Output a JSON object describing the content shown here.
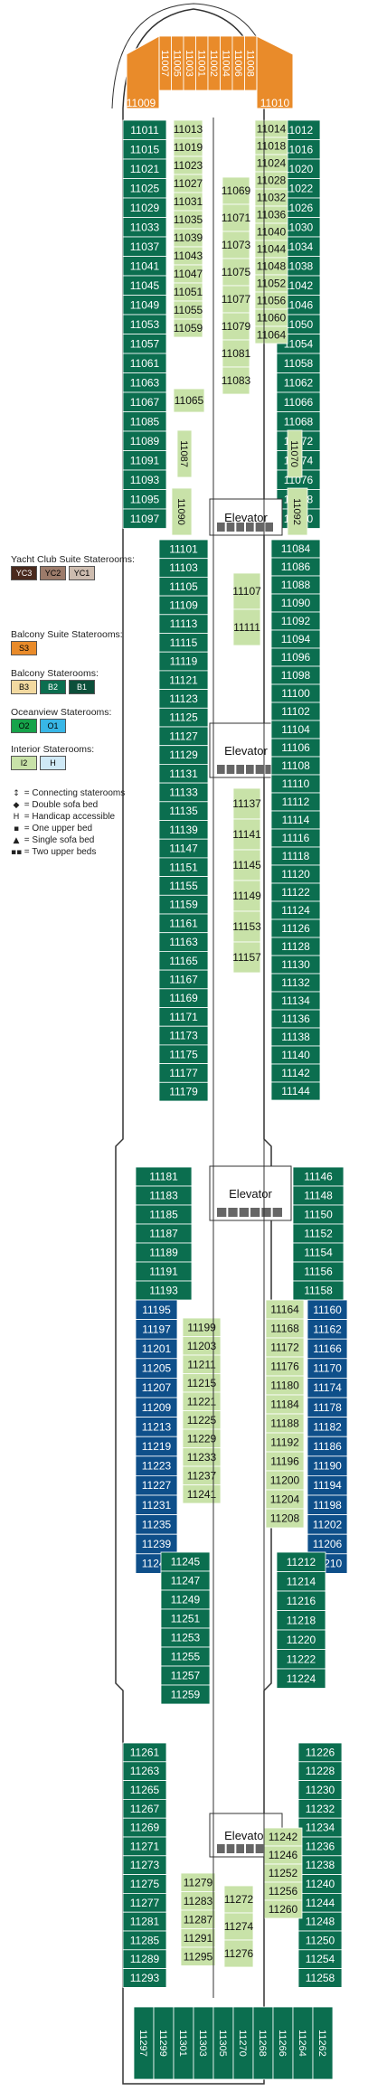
{
  "colors": {
    "green": "#0b6e4f",
    "blue": "#0e4f8a",
    "light": "#c8e2a8",
    "orange": "#e98b2a",
    "outline": "#333333"
  },
  "elevator_label": "Elevator",
  "legend": {
    "yacht_title": "Yacht Club Suite Staterooms:",
    "yacht_items": [
      {
        "label": "YC3",
        "color": "#4a2a1e",
        "text": "#ffffff"
      },
      {
        "label": "YC2",
        "color": "#9c7b6a",
        "text": "#000000"
      },
      {
        "label": "YC1",
        "color": "#cdbcaf",
        "text": "#000000"
      }
    ],
    "balcony_suite_title": "Balcony Suite Staterooms:",
    "balcony_suite_items": [
      {
        "label": "S3",
        "color": "#e98b2a",
        "text": "#000000"
      }
    ],
    "balcony_title": "Balcony Staterooms:",
    "balcony_items": [
      {
        "label": "B3",
        "color": "#f2d9a0",
        "text": "#000000"
      },
      {
        "label": "B2",
        "color": "#0b6e4f",
        "text": "#ffffff"
      },
      {
        "label": "B1",
        "color": "#0c4f3a",
        "text": "#ffffff"
      }
    ],
    "oceanview_title": "Oceanview Staterooms:",
    "oceanview_items": [
      {
        "label": "O2",
        "color": "#16a34a",
        "text": "#000000"
      },
      {
        "label": "O1",
        "color": "#38b6e6",
        "text": "#000000"
      }
    ],
    "interior_title": "Interior Staterooms:",
    "interior_items": [
      {
        "label": "I2",
        "color": "#c8e2a8",
        "text": "#000000"
      },
      {
        "label": "H",
        "color": "#cfe9f6",
        "text": "#000000"
      }
    ],
    "symbols": [
      {
        "glyph": "↕",
        "label": "= Connecting staterooms"
      },
      {
        "glyph": "◆",
        "label": "= Double sofa bed"
      },
      {
        "glyph": "H",
        "label": "= Handicap accessible"
      },
      {
        "glyph": "▪",
        "label": "= One upper bed"
      },
      {
        "glyph": "▲",
        "label": "= Single sofa bed"
      },
      {
        "glyph": "▪▪",
        "label": "= Two upper beds"
      }
    ]
  },
  "cabins": {
    "bow_top": [
      "11007",
      "11005",
      "11003",
      "11001",
      "11002",
      "11004",
      "11006",
      "11008"
    ],
    "bow_corners": [
      "11009",
      "11010"
    ],
    "outer_left": [
      "11011",
      "11015",
      "11021",
      "11025",
      "11029",
      "11033",
      "11037",
      "11041",
      "11045",
      "11049",
      "11053",
      "11057",
      "11061",
      "11063",
      "11067",
      "11085",
      "11089",
      "11091",
      "11093",
      "11095",
      "11097"
    ],
    "outer_right": [
      "11012",
      "11016",
      "11020",
      "11022",
      "11026",
      "11030",
      "11034",
      "11038",
      "11042",
      "11046",
      "11050",
      "11054",
      "11058",
      "11062",
      "11066",
      "11068",
      "11072",
      "11074",
      "11076",
      "11078",
      "11080"
    ],
    "inner_left_a": [
      "11013",
      "11019",
      "11023",
      "11027",
      "11031",
      "11035",
      "11039",
      "11043",
      "11047",
      "11051",
      "11055",
      "11059"
    ],
    "inner_right_a": [
      "11014",
      "11018",
      "11024",
      "11028",
      "11032",
      "11036",
      "11040",
      "11044",
      "11048",
      "11052",
      "11056",
      "11060",
      "11064"
    ],
    "center_a": [
      "11069",
      "11071",
      "11073",
      "11075",
      "11077",
      "11079",
      "11081",
      "11083"
    ],
    "misc_a": [
      "11065",
      "11087",
      "11070",
      "11090",
      "11092"
    ],
    "mid_left_1": [
      "11101",
      "11103",
      "11105",
      "11109",
      "11113",
      "11115",
      "11119",
      "11121",
      "11123",
      "11125",
      "11127",
      "11129",
      "11131",
      "11133",
      "11135",
      "11139",
      "11147",
      "11151",
      "11155",
      "11159",
      "11161",
      "11163",
      "11165",
      "11167",
      "11169",
      "11171",
      "11173",
      "11175",
      "11177",
      "11179"
    ],
    "mid_right_1": [
      "11084",
      "11086",
      "11088",
      "11090",
      "11092",
      "11094",
      "11096",
      "11098",
      "11100",
      "11102",
      "11104",
      "11106",
      "11108",
      "11110",
      "11112",
      "11114",
      "11116",
      "11118",
      "11120",
      "11122",
      "11124",
      "11126",
      "11128",
      "11130",
      "11132",
      "11134",
      "11136",
      "11138",
      "11140",
      "11142",
      "11144"
    ],
    "center_b": [
      "11107",
      "11111",
      "11137",
      "11141",
      "11145",
      "11149",
      "11153",
      "11157"
    ],
    "section3_left": [
      "11181",
      "11183",
      "11185",
      "11187",
      "11189",
      "11191",
      "11193"
    ],
    "section3_right": [
      "11146",
      "11148",
      "11150",
      "11152",
      "11154",
      "11156",
      "11158"
    ],
    "blue_left": [
      "11195",
      "11197",
      "11201",
      "11205",
      "11207",
      "11209",
      "11213",
      "11219",
      "11223",
      "11227",
      "11231",
      "11235",
      "11239",
      "11243"
    ],
    "blue_right": [
      "11160",
      "11162",
      "11166",
      "11170",
      "11174",
      "11178",
      "11182",
      "11186",
      "11190",
      "11194",
      "11198",
      "11202",
      "11206",
      "11210"
    ],
    "light_left": [
      "11199",
      "11203",
      "11211",
      "11215",
      "11221",
      "11225",
      "11229",
      "11233",
      "11237",
      "11241"
    ],
    "light_right": [
      "11164",
      "11168",
      "11172",
      "11176",
      "11180",
      "11184",
      "11188",
      "11192",
      "11196",
      "11200",
      "11204",
      "11208"
    ],
    "sec4_left": [
      "11245",
      "11247",
      "11249",
      "11251",
      "11253",
      "11255",
      "11257",
      "11259"
    ],
    "sec4_right": [
      "11212",
      "11214",
      "11216",
      "11218",
      "11220",
      "11222",
      "11224"
    ],
    "aft_left": [
      "11261",
      "11263",
      "11265",
      "11267",
      "11269",
      "11271",
      "11273",
      "11275",
      "11277",
      "11281",
      "11285",
      "11289",
      "11293"
    ],
    "aft_right": [
      "11226",
      "11228",
      "11230",
      "11232",
      "11234",
      "11236",
      "11238",
      "11240",
      "11244",
      "11248",
      "11250",
      "11254",
      "11258"
    ],
    "aft_inner_left": [
      "11279",
      "11283",
      "11287",
      "11291",
      "11295"
    ],
    "aft_inner_mid": [
      "11272",
      "11274",
      "11276"
    ],
    "aft_inner_right": [
      "11242",
      "11246",
      "11252",
      "11256",
      "11260"
    ],
    "stern": [
      "11297",
      "11299",
      "11301",
      "11303",
      "11305",
      "11270",
      "11268",
      "11266",
      "11264",
      "11262"
    ]
  }
}
